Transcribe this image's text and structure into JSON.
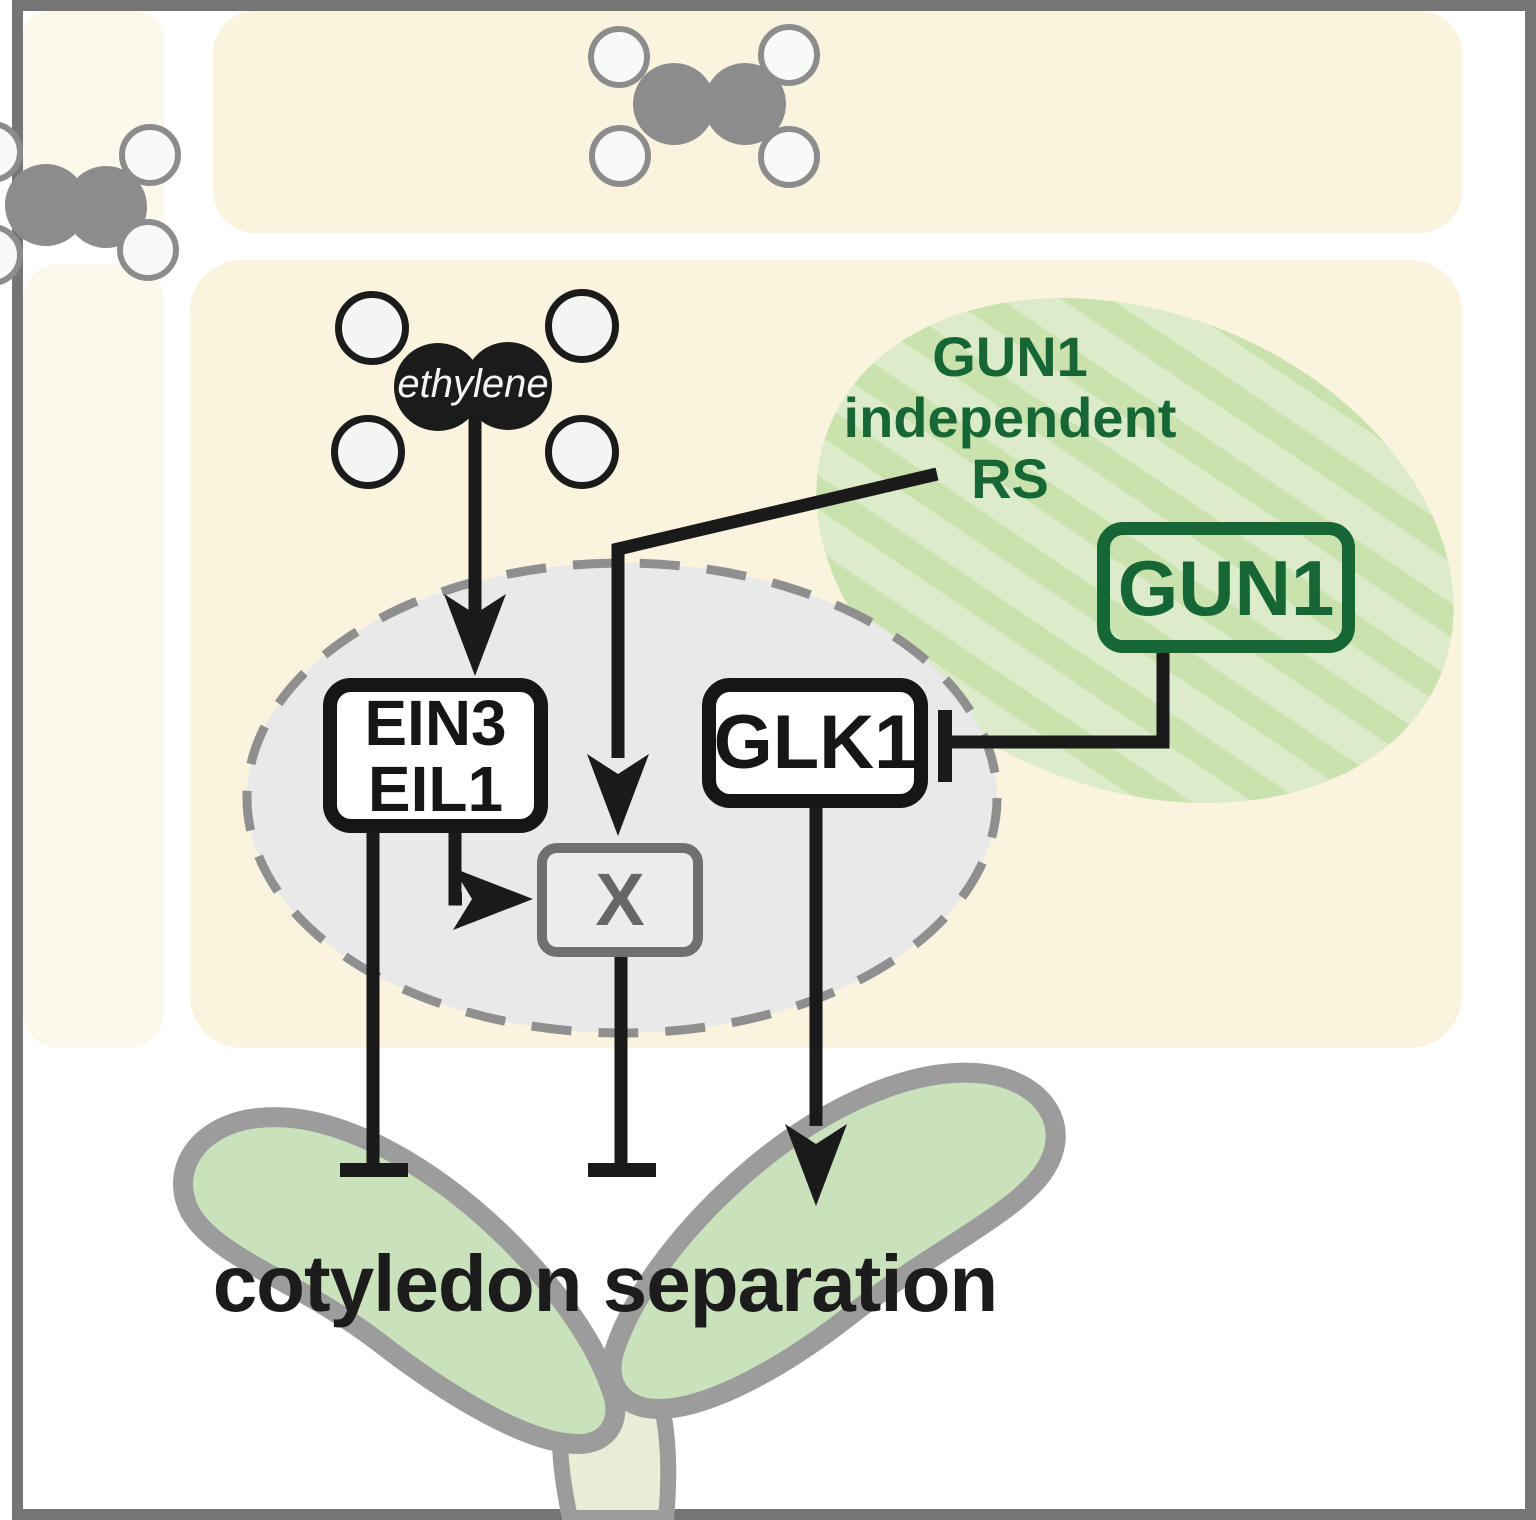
{
  "ethylene": {
    "label": "ethylene"
  },
  "chloroplast": {
    "caption_line1": "GUN1",
    "caption_line2": "independent",
    "caption_line3": "RS",
    "gun1_label": "GUN1"
  },
  "nucleus": {
    "ein3_label": "EIN3",
    "eil1_label": "EIL1",
    "glk1_label": "GLK1",
    "x_label": "X"
  },
  "outcome": {
    "label": "cotyledon separation"
  },
  "edges": [
    {
      "from": "ethylene",
      "to": "EIN3/EIL1",
      "type": "activation-arrow"
    },
    {
      "from": "EIN3/EIL1",
      "to": "cotyledon separation",
      "type": "inhibition-bar"
    },
    {
      "from": "EIN3/EIL1",
      "to": "X",
      "type": "activation-arrow"
    },
    {
      "from": "GUN1 independent RS",
      "to": "X",
      "type": "activation-arrow"
    },
    {
      "from": "X",
      "to": "cotyledon separation",
      "type": "inhibition-bar"
    },
    {
      "from": "GLK1",
      "to": "cotyledon separation",
      "type": "activation-arrow"
    },
    {
      "from": "GUN1",
      "to": "GLK1",
      "type": "inhibition-bar"
    }
  ],
  "colors": {
    "frame_gray": "#757575",
    "cell_cream": "#faf3de",
    "cell_cream_light": "#fcf8ec",
    "nucleus_fill": "#e9e9e9",
    "nucleus_dash": "#8f8f8f",
    "chloroplast_base": "#dcebc9",
    "chloroplast_stripe": "#c9e2ae",
    "dark_green": "#176635",
    "line_black": "#1a1a1a",
    "x_box_gray": "#6f6f6f",
    "leaf_green": "#c9e2bc",
    "leaf_outline": "#9c9c9c",
    "stem_fill": "#eaecd5",
    "molecule_gray": "#8c8c8c",
    "molecule_black": "#1b1b1b"
  }
}
